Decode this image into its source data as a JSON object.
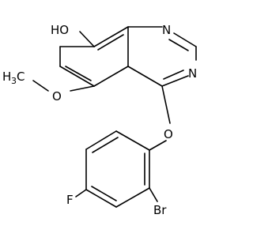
{
  "molecule": {
    "atoms": {
      "hydroxyl": "HO",
      "methyl_h": "H",
      "methyl_sub": "3",
      "methyl_c": "C",
      "methoxy_o": "O",
      "n_top": "N",
      "n_right": "N",
      "ether_o": "O",
      "fluorine": "F",
      "bromine": "Br"
    }
  }
}
